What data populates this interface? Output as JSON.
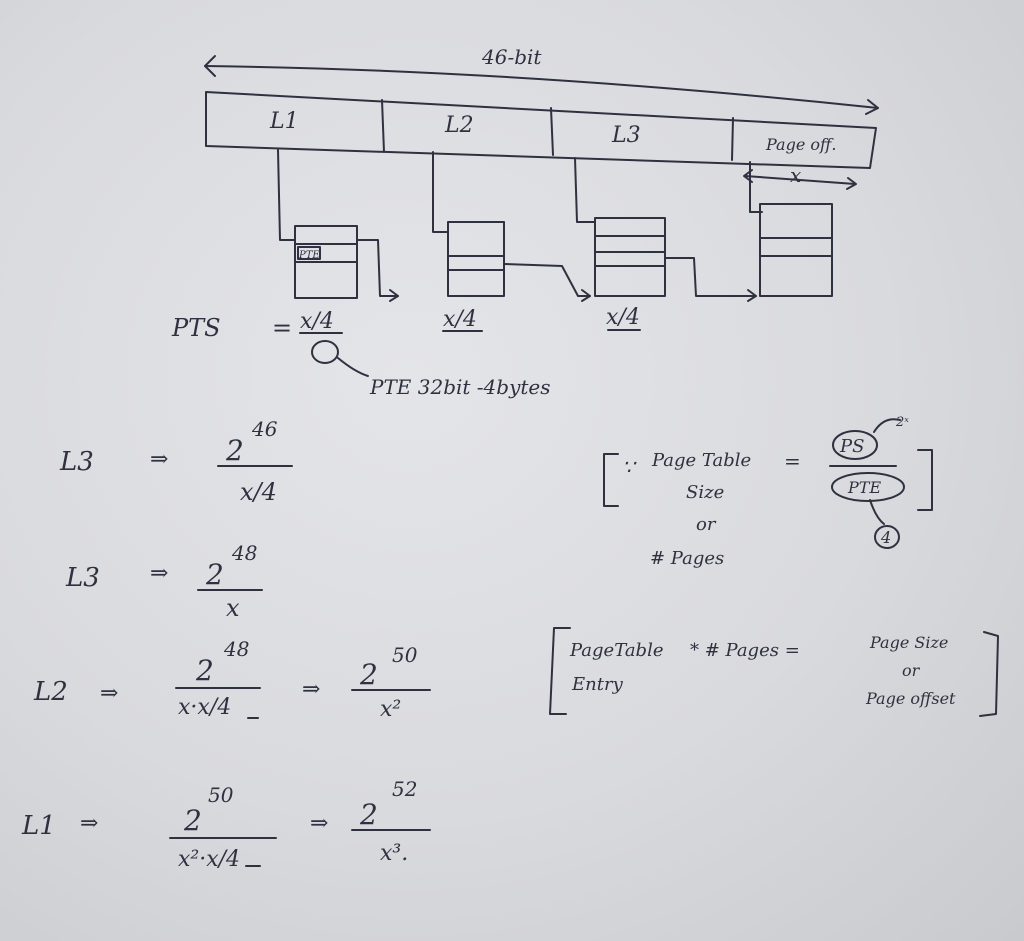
{
  "diagram": {
    "width_label": "46-bit",
    "fields": [
      "L1",
      "L2",
      "L3",
      "Page off."
    ],
    "offset_label": "x",
    "pte_box_label": "PTE",
    "pts_label": "PTS",
    "pts_values": [
      "x/4",
      "x/4",
      "x/4"
    ],
    "pte_note": "PTE 32bit -4bytes"
  },
  "derivations": [
    {
      "lhs": "L3",
      "arrow": "⇒",
      "num": "2",
      "num_exp": "46",
      "den": "x/4"
    },
    {
      "lhs": "L3",
      "arrow": "⇒",
      "num": "2",
      "num_exp": "48",
      "den": "x"
    },
    {
      "lhs": "L2",
      "arrow": "⇒",
      "num": "2",
      "num_exp": "48",
      "den": "x·x/4",
      "arrow2": "⇒",
      "num2": "2",
      "num2_exp": "50",
      "den2": "x²"
    },
    {
      "lhs": "L1",
      "arrow": "⇒",
      "num": "2",
      "num_exp": "50",
      "den": "x²·x/4",
      "arrow2": "⇒",
      "num2": "2",
      "num2_exp": "52",
      "den2": "x³."
    }
  ],
  "note1": {
    "prefix": "∵",
    "line1": "Page Table",
    "line2": "Size",
    "or": "or",
    "line4": "# Pages",
    "eq": "=",
    "num": "PS",
    "num_sup": "2ˣ",
    "den": "PTE",
    "den_sub": "4"
  },
  "note2": {
    "line1": "PageTable",
    "line2": "Entry",
    "mid": "* # Pages =",
    "right1": "Page Size",
    "right_or": "or",
    "right2": "Page offset"
  }
}
